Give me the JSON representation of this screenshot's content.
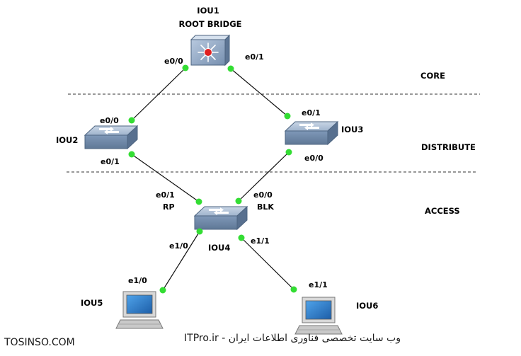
{
  "nodes": {
    "iou1": {
      "name": "IOU1",
      "role": "ROOT BRIDGE",
      "icon": "multilayer-switch-icon"
    },
    "iou2": {
      "name": "IOU2",
      "icon": "switch-icon"
    },
    "iou3": {
      "name": "IOU3",
      "icon": "switch-icon"
    },
    "iou4": {
      "name": "IOU4",
      "icon": "switch-icon"
    },
    "iou5": {
      "name": "IOU5",
      "icon": "pc-icon"
    },
    "iou6": {
      "name": "IOU6",
      "icon": "pc-icon"
    }
  },
  "ports": {
    "iou1_e00": "e0/0",
    "iou1_e01": "e0/1",
    "iou2_e00": "e0/0",
    "iou2_e01": "e0/1",
    "iou3_e01": "e0/1",
    "iou3_e00": "e0/0",
    "iou4_e01": "e0/1",
    "iou4_e00": "e0/0",
    "iou4_e10": "e1/0",
    "iou4_e11": "e1/1",
    "iou5_e10": "e1/0",
    "iou6_e11": "e1/1"
  },
  "port_roles": {
    "iou4_e01": "RP",
    "iou4_e00": "BLK"
  },
  "layers": {
    "core": "CORE",
    "distribute": "DISTRIBUTE",
    "access": "ACCESS"
  },
  "watermark": {
    "left": "TOSINSO.COM",
    "right": "ITPro.ir - وب سایت تخصصی فناوری اطلاعات ایران"
  },
  "colors": {
    "link_up": "#33dd33",
    "switch_body": "#7b94b3",
    "root_dot": "#e02020"
  }
}
